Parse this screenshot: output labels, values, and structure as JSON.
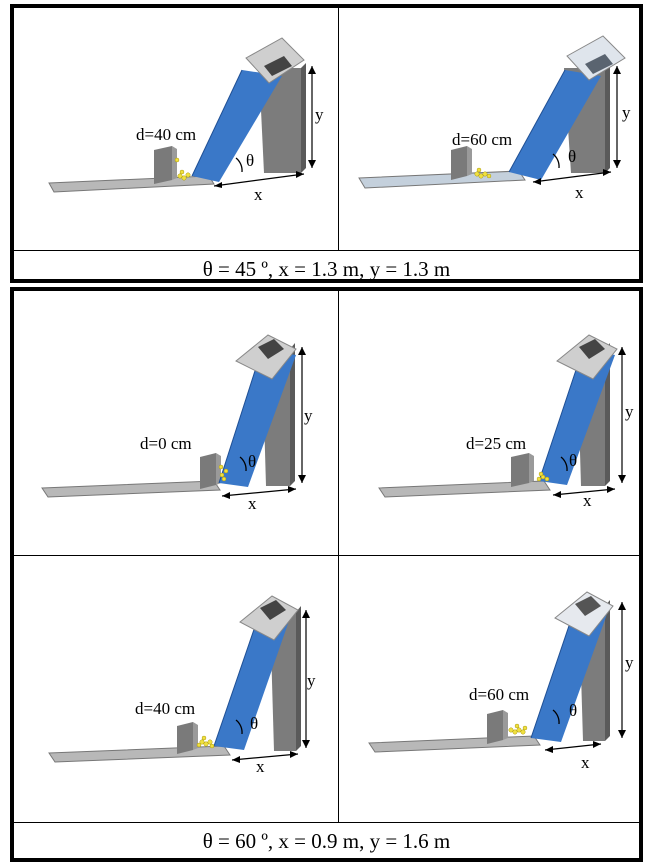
{
  "panels": [
    {
      "d_label": "d=40 cm",
      "x_label": "x",
      "y_label": "y",
      "theta_label": "θ"
    },
    {
      "d_label": "d=60 cm",
      "x_label": "x",
      "y_label": "y",
      "theta_label": "θ"
    },
    {
      "d_label": "d=0 cm",
      "x_label": "x",
      "y_label": "y",
      "theta_label": "θ"
    },
    {
      "d_label": "d=25 cm",
      "x_label": "x",
      "y_label": "y",
      "theta_label": "θ"
    },
    {
      "d_label": "d=40 cm",
      "x_label": "x",
      "y_label": "y",
      "theta_label": "θ"
    },
    {
      "d_label": "d=60 cm",
      "x_label": "x",
      "y_label": "y",
      "theta_label": "θ"
    }
  ],
  "captions": {
    "top": "θ = 45 º, x = 1.3  m, y = 1.3 m",
    "bottom": "θ = 60 º, x = 0.9 m,  y = 1.6 m"
  },
  "colors": {
    "ramp": "#3a78c8",
    "hopper": "#cfcfcf",
    "wall": "#6e6e6e",
    "floor": "#b8b8b8",
    "particles": "#f0e040"
  }
}
